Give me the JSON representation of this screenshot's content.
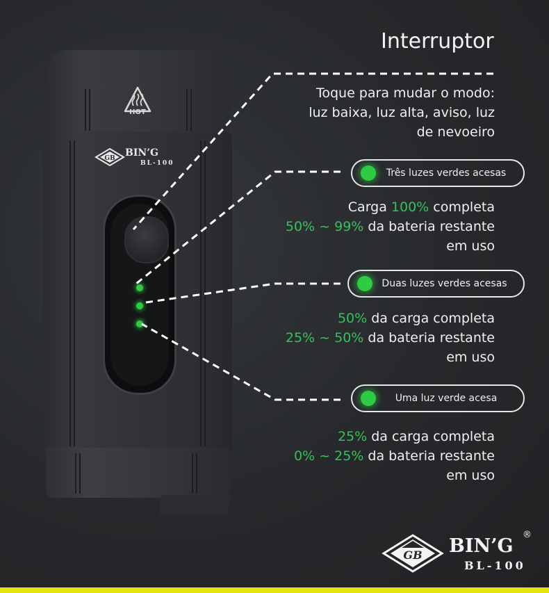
{
  "title": "Interruptor",
  "switch_desc": [
    "Toque para mudar o modo:",
    "luz baixa, luz alta, aviso, luz",
    "de nevoeiro"
  ],
  "device": {
    "hot_label": "HOT",
    "brand": "BIN’G",
    "model": "BL-100"
  },
  "indicators": [
    {
      "pill_label": "Três luzes verdes acesas",
      "line1": {
        "pre": "Carga ",
        "green": "100%",
        "post": " completa"
      },
      "line2": {
        "green": "50% ~ 99%",
        "post": " da bateria restante"
      },
      "line3": "em uso"
    },
    {
      "pill_label": "Duas luzes verdes acesas",
      "line1": {
        "pre": "",
        "green": "50%",
        "post": " da carga completa"
      },
      "line2": {
        "green": "25% ~ 50%",
        "post": " da bateria restante"
      },
      "line3": "em uso"
    },
    {
      "pill_label": "Uma luz verde acesa",
      "line1": {
        "pre": "",
        "green": "25%",
        "post": " da carga completa"
      },
      "line2": {
        "green": "0% ~ 25%",
        "post": " da bateria restante"
      },
      "line3": "em uso"
    }
  ],
  "logo": {
    "monogram": "GB",
    "name": "BIN’G",
    "registered": "®",
    "model": "BL-100"
  },
  "colors": {
    "background": "#26282b",
    "accent_green": "#32c45a",
    "bottom_stripe": "#e6e60f"
  }
}
